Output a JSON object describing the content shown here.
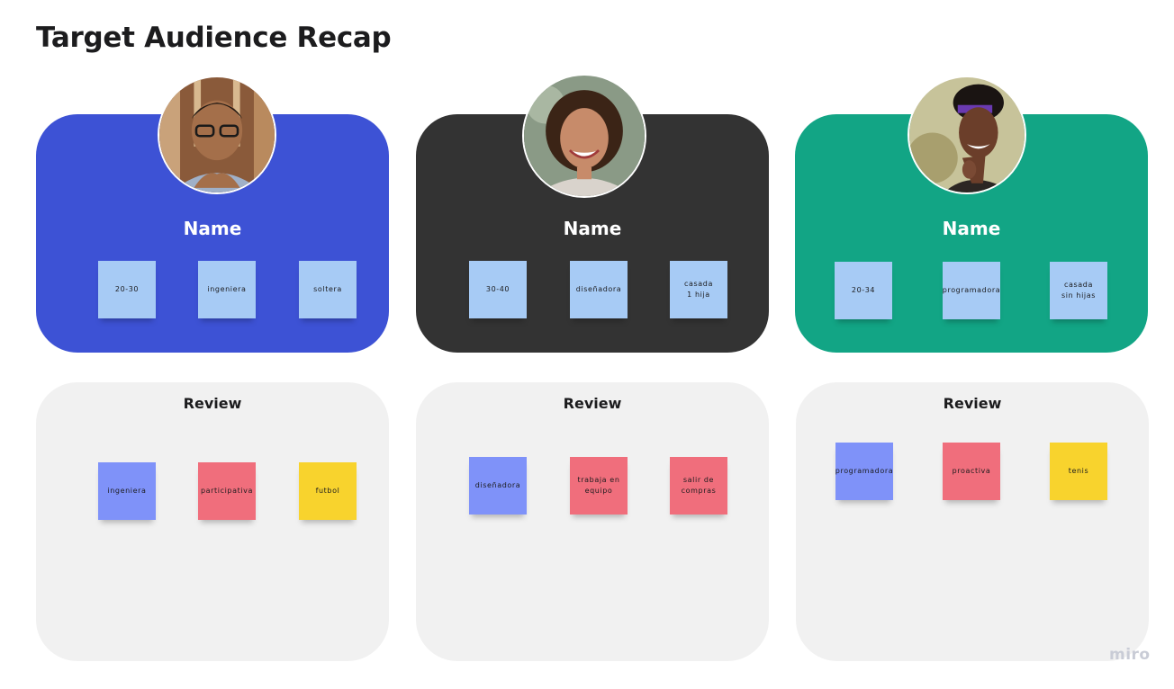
{
  "board": {
    "title": "Target Audience Recap",
    "logo": "miro"
  },
  "colors": {
    "card_1": "#3d52d5",
    "card_2": "#333333",
    "card_3": "#12a585",
    "sticky_light_blue": "#a7cbf5",
    "sticky_blue": "#7f92f9",
    "sticky_red": "#f06e7c",
    "sticky_yellow": "#f8d32d",
    "review_bg": "#f1f1f1"
  },
  "personas": [
    {
      "name": "Name",
      "stickies": [
        "20-30",
        "ingeniera",
        "soltera"
      ],
      "review_title": "Review",
      "review_stickies": [
        "ingeniera",
        "participativa",
        "futbol"
      ]
    },
    {
      "name": "Name",
      "stickies": [
        "30-40",
        "diseñadora",
        "casada\n1 hija"
      ],
      "review_title": "Review",
      "review_stickies": [
        "diseñadora",
        "trabaja en\nequipo",
        "salir de\ncompras"
      ]
    },
    {
      "name": "Name",
      "stickies": [
        "20-34",
        "programadora",
        "casada\nsin hijas"
      ],
      "review_title": "Review",
      "review_stickies": [
        "programadora",
        "proactiva",
        "tenis"
      ]
    }
  ]
}
